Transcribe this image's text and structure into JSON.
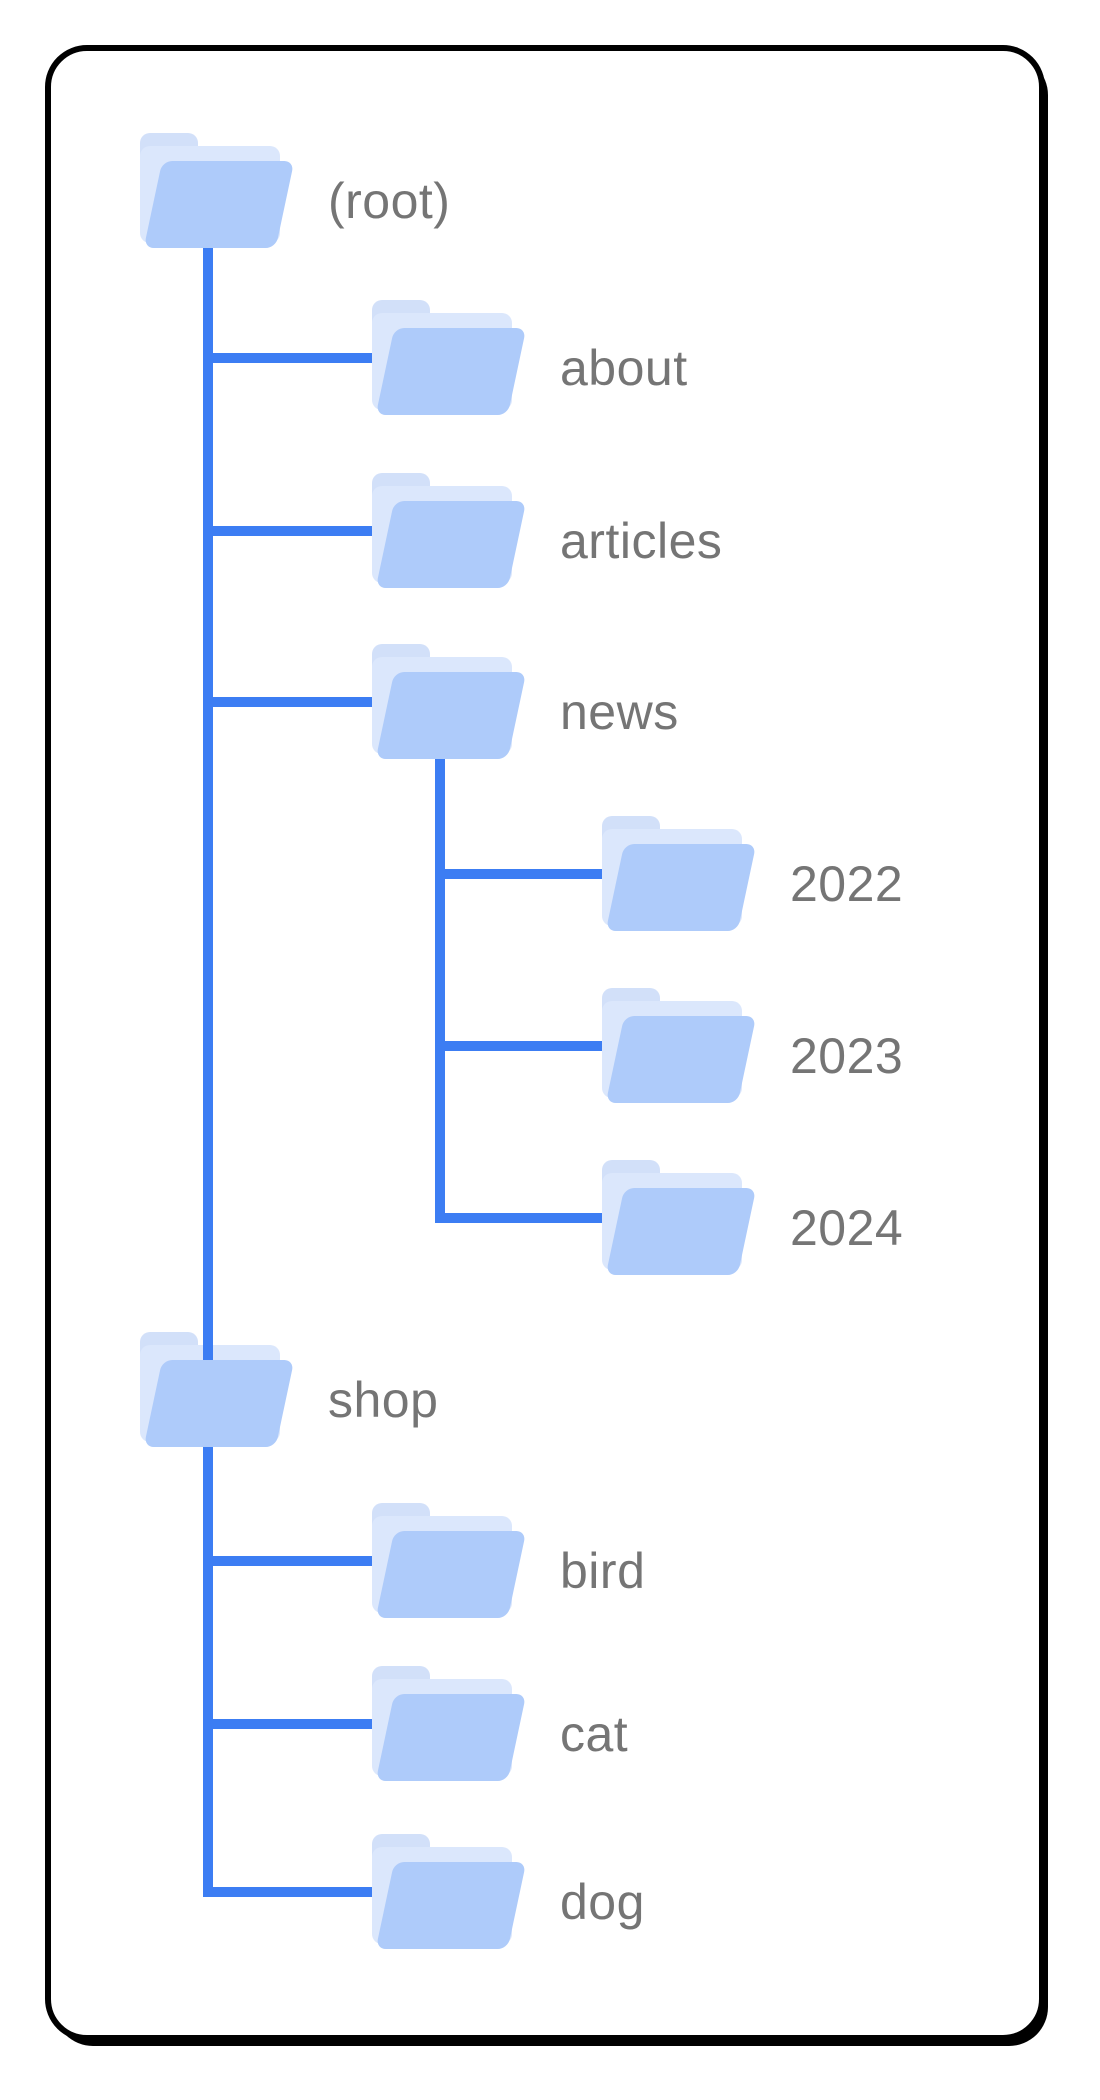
{
  "diagram": {
    "type": "folder-tree",
    "tree": {
      "label": "(root)",
      "children": [
        {
          "label": "about",
          "children": []
        },
        {
          "label": "articles",
          "children": []
        },
        {
          "label": "news",
          "children": [
            {
              "label": "2022",
              "children": []
            },
            {
              "label": "2023",
              "children": []
            },
            {
              "label": "2024",
              "children": []
            }
          ]
        },
        {
          "label": "shop",
          "children": [
            {
              "label": "bird",
              "children": []
            },
            {
              "label": "cat",
              "children": []
            },
            {
              "label": "dog",
              "children": []
            }
          ]
        }
      ]
    },
    "colors": {
      "connector": "#3C7DF3",
      "folder_front": "#AECBFA",
      "folder_back": "#DBE7FC",
      "folder_tab": "#D2E0F9",
      "label_text": "#757575",
      "card_border": "#000000",
      "card_background": "#FFFFFF"
    }
  }
}
